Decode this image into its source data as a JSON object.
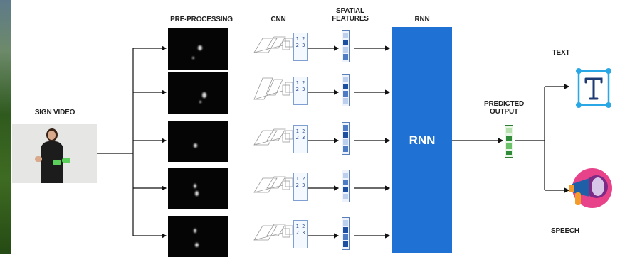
{
  "labels": {
    "sign_video": "SIGN VIDEO",
    "pre_processing": "PRE-PROCESSING",
    "cnn": "CNN",
    "spatial_features_1": "SPATIAL",
    "spatial_features_2": "FEATURES",
    "rnn_header": "RNN",
    "rnn_block": "RNN",
    "predicted_output_1": "PREDICTED",
    "predicted_output_2": "OUTPUT",
    "text": "TEXT",
    "speech": "SPEECH"
  },
  "icons": {
    "text_icon": "text-t-icon",
    "speech_icon": "speech-megaphone-icon"
  },
  "colors": {
    "rnn_blue": "#1f72d4",
    "output_green": "#3aa34a",
    "text_icon_blue": "#2aa8e6",
    "speech_pink": "#e8438a"
  }
}
